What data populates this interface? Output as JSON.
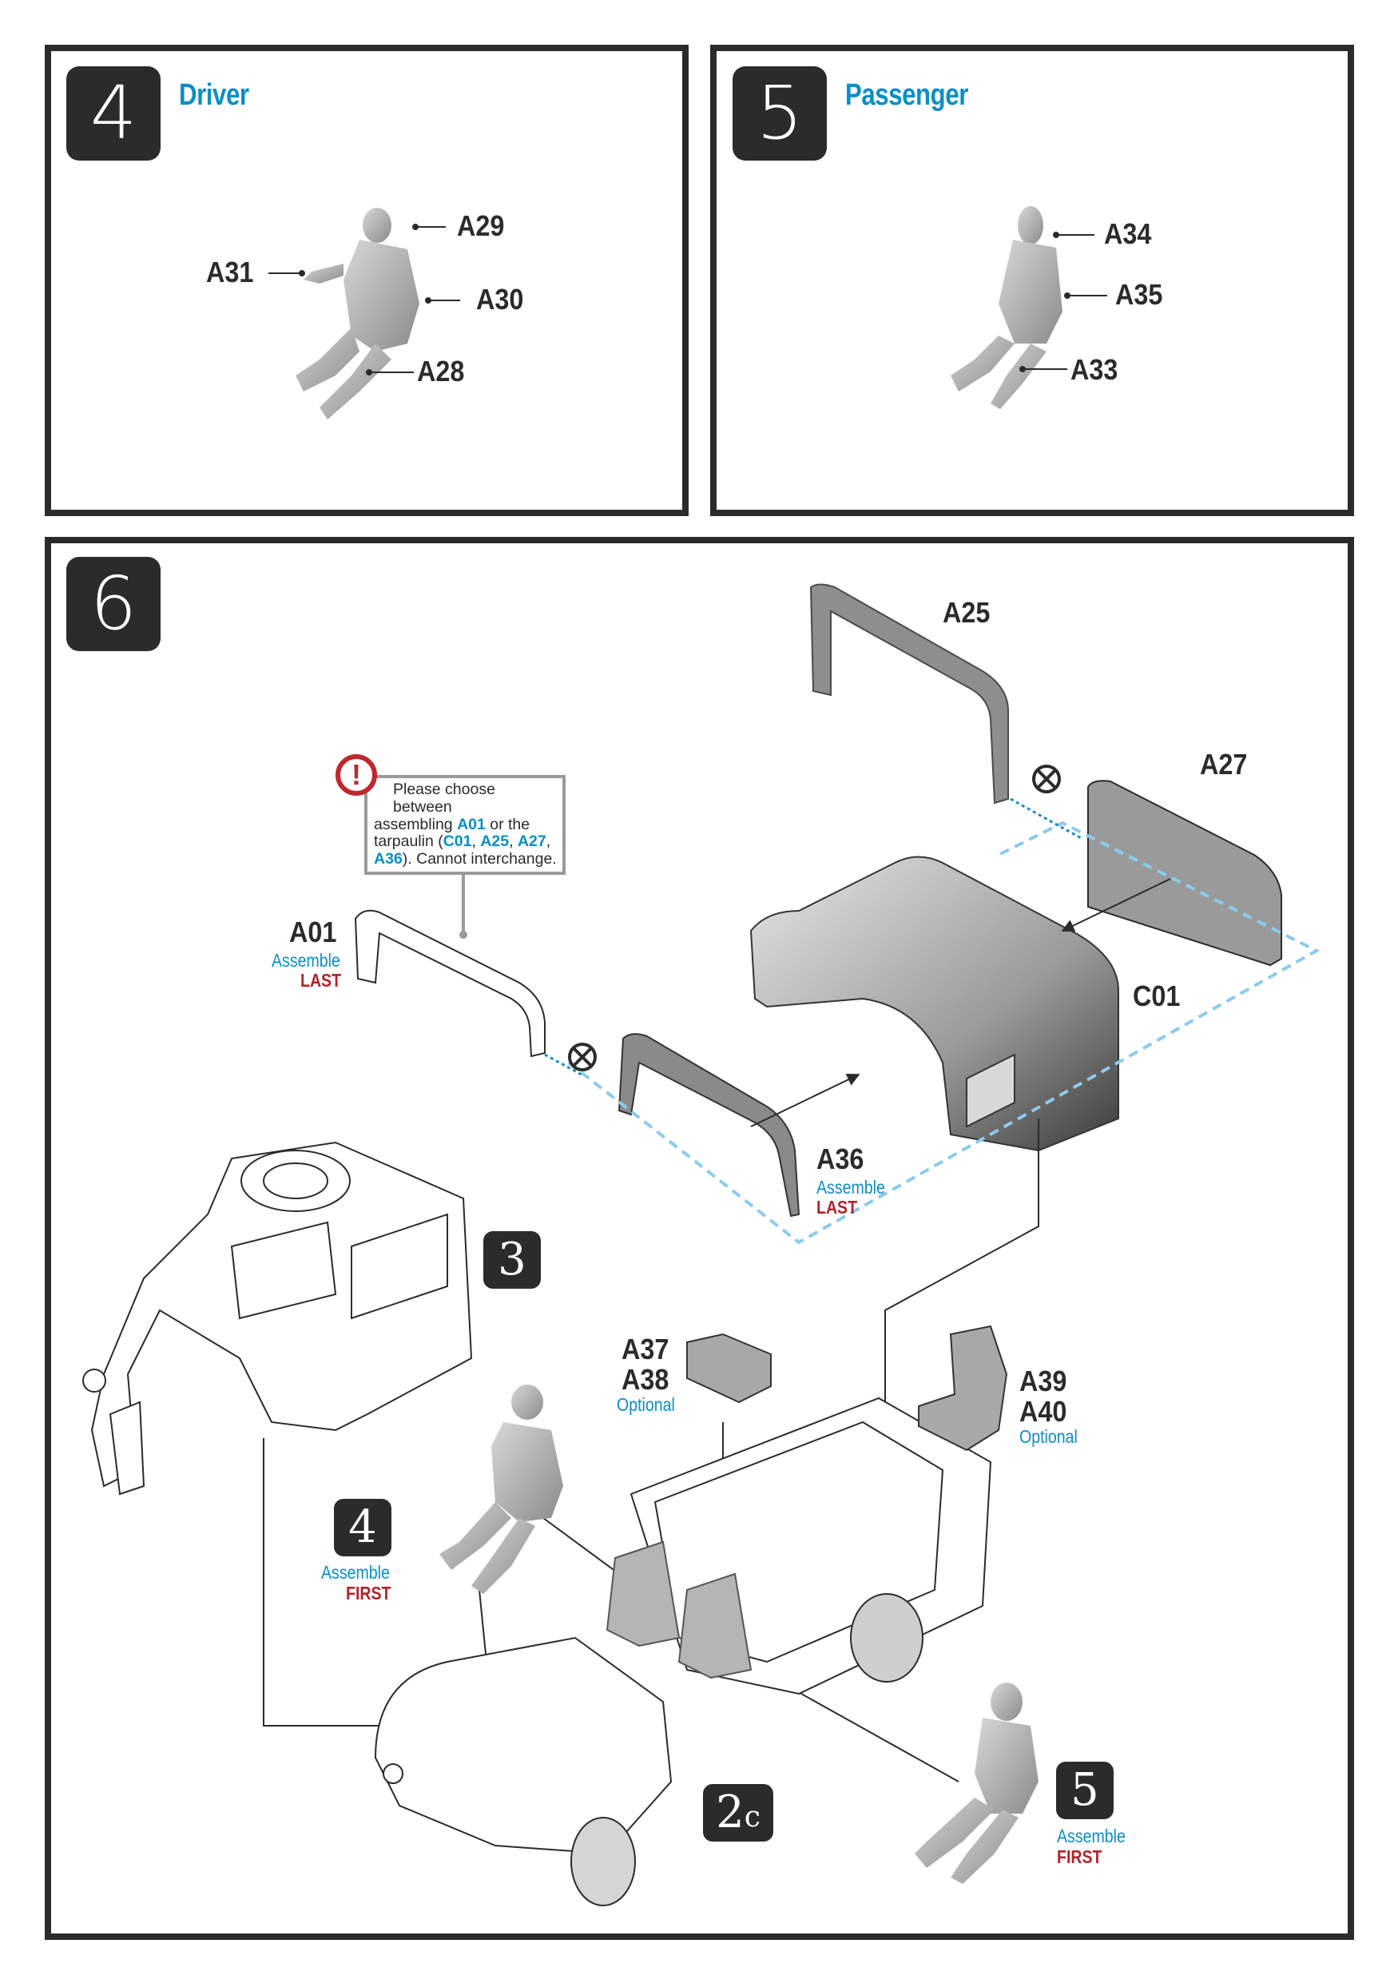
{
  "steps": {
    "step4": {
      "number": "4",
      "title": "Driver",
      "parts": [
        "A29",
        "A31",
        "A30",
        "A28"
      ]
    },
    "step5": {
      "number": "5",
      "title": "Passenger",
      "parts": [
        "A34",
        "A35",
        "A33"
      ]
    },
    "step6": {
      "number": "6",
      "callout": {
        "icon": "warning-exclamation-icon",
        "line1_a": "Please choose between",
        "line2_a": "assembling ",
        "line2_b": "A01",
        "line2_c": " or the",
        "line3_a": "tarpaulin (",
        "line3_b": "C01",
        "line3_c": ", ",
        "line3_d": "A25",
        "line3_e": ", ",
        "line3_f": "A27",
        "line3_g": ",",
        "line4_a": "A36",
        "line4_b": ").  Cannot interchange."
      },
      "labels": {
        "a25": "A25",
        "a27": "A27",
        "c01": "C01",
        "a01": {
          "part": "A01",
          "note1": "Assemble",
          "note2": "LAST"
        },
        "a36": {
          "part": "A36",
          "note1": "Assemble",
          "note2": "LAST"
        },
        "a37_38": {
          "part1": "A37",
          "part2": "A38",
          "note": "Optional"
        },
        "a39_40": {
          "part1": "A39",
          "part2": "A40",
          "note": "Optional"
        },
        "sub3": {
          "number": "3"
        },
        "sub4": {
          "number": "4",
          "note1": "Assemble",
          "note2": "FIRST"
        },
        "sub5": {
          "number": "5",
          "note1": "Assemble",
          "note2": "FIRST"
        },
        "sub2c": {
          "number": "2",
          "suffix": "c"
        }
      }
    }
  },
  "colors": {
    "accent_blue": "#0a8ec8",
    "accent_red": "#b3232b",
    "frame": "#2b2b2b",
    "dash_blue": "#8ccbec"
  }
}
